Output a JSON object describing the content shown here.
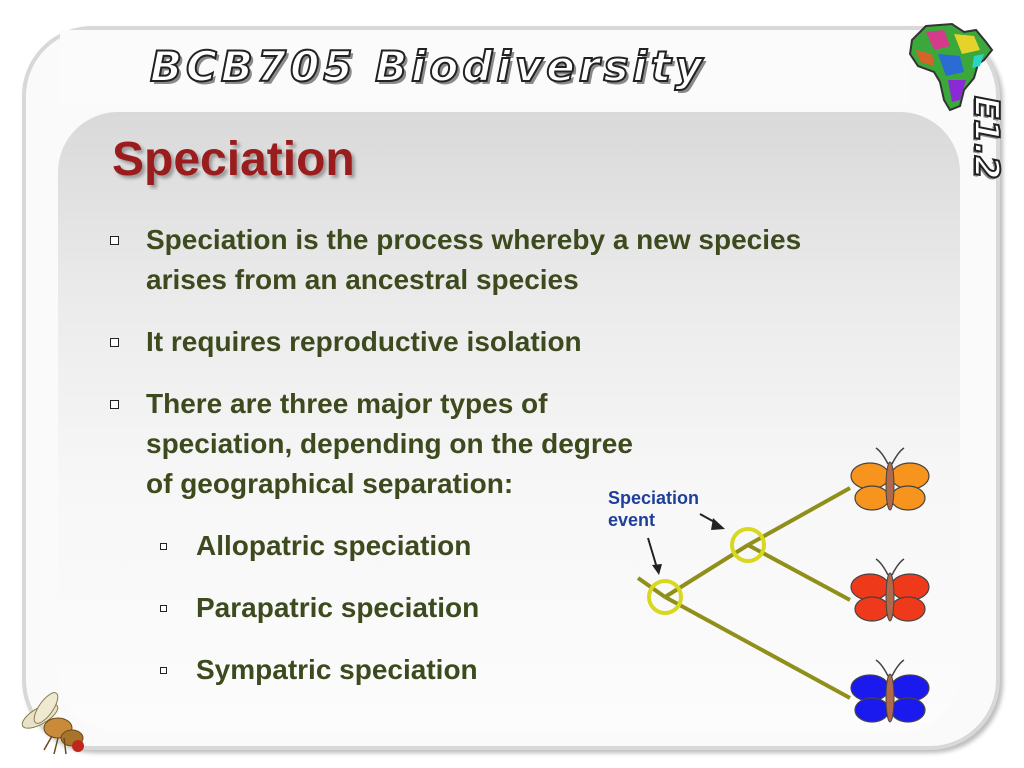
{
  "header": {
    "course_title": "BCB705 Biodiversity",
    "side_code": "E1.2"
  },
  "slide": {
    "title": "Speciation",
    "bullets": [
      "Speciation is the process whereby a new species arises from an ancestral species",
      "It requires reproductive isolation",
      "There are three major types of speciation, depending on the degree of geographical separation:"
    ],
    "sub_bullets": [
      "Allopatric speciation",
      "Parapatric speciation",
      "Sympatric speciation"
    ]
  },
  "diagram": {
    "label_line1": "Speciation",
    "label_line2": "event",
    "branch_color": "#8f8f1a",
    "event_circle_color": "#d8d820",
    "label_color": "#1f3f9a",
    "butterflies": [
      {
        "name": "orange",
        "wing_color": "#f7941d"
      },
      {
        "name": "red",
        "wing_color": "#ee3a1b"
      },
      {
        "name": "blue",
        "wing_color": "#1a1aee"
      }
    ]
  },
  "icons": [
    "africa-map-logo-icon",
    "fruit-fly-icon"
  ]
}
